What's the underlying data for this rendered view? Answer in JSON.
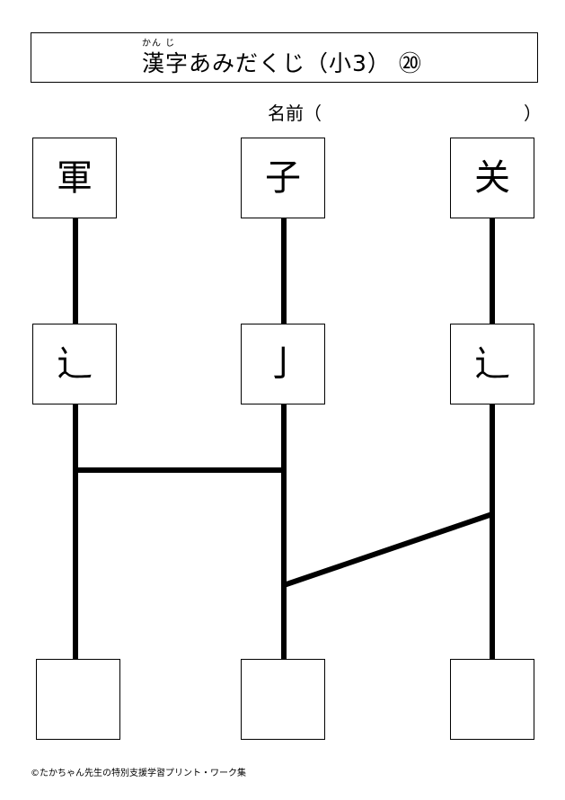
{
  "header": {
    "furigana": "かん じ",
    "title": "漢字あみだくじ（小3） ⑳"
  },
  "name_field": {
    "label": "名前（",
    "close": "）"
  },
  "top_row": [
    "軍",
    "子",
    "关"
  ],
  "middle_row": [
    "辶",
    "亅",
    "辶"
  ],
  "bottom_row": [
    "",
    "",
    ""
  ],
  "footer": {
    "credit": "©たかちゃん先生の特別支援学習プリント・ワーク集"
  }
}
